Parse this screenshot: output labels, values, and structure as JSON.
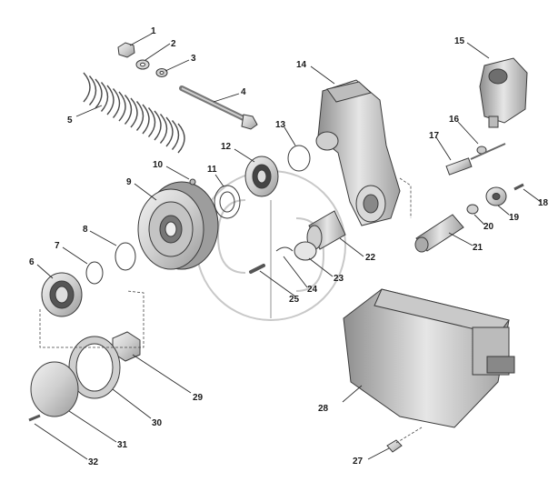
{
  "diagram": {
    "parts": [
      {
        "id": "part-1",
        "label": "1"
      },
      {
        "id": "part-2",
        "label": "2"
      },
      {
        "id": "part-3",
        "label": "3"
      },
      {
        "id": "part-4",
        "label": "4"
      },
      {
        "id": "part-5",
        "label": "5"
      },
      {
        "id": "part-6",
        "label": "6"
      },
      {
        "id": "part-7",
        "label": "7"
      },
      {
        "id": "part-8",
        "label": "8"
      },
      {
        "id": "part-9",
        "label": "9"
      },
      {
        "id": "part-10",
        "label": "10"
      },
      {
        "id": "part-11",
        "label": "11"
      },
      {
        "id": "part-12",
        "label": "12"
      },
      {
        "id": "part-13",
        "label": "13"
      },
      {
        "id": "part-14",
        "label": "14"
      },
      {
        "id": "part-15",
        "label": "15"
      },
      {
        "id": "part-16",
        "label": "16"
      },
      {
        "id": "part-17",
        "label": "17"
      },
      {
        "id": "part-18",
        "label": "18"
      },
      {
        "id": "part-19",
        "label": "19"
      },
      {
        "id": "part-20",
        "label": "20"
      },
      {
        "id": "part-21",
        "label": "21"
      },
      {
        "id": "part-22",
        "label": "22"
      },
      {
        "id": "part-23",
        "label": "23"
      },
      {
        "id": "part-24",
        "label": "24"
      },
      {
        "id": "part-25",
        "label": "25"
      },
      {
        "id": "part-27",
        "label": "27"
      },
      {
        "id": "part-28",
        "label": "28"
      },
      {
        "id": "part-29",
        "label": "29"
      },
      {
        "id": "part-30",
        "label": "30"
      },
      {
        "id": "part-31",
        "label": "31"
      },
      {
        "id": "part-32",
        "label": "32"
      }
    ]
  },
  "colors": {
    "ink": "#1a1a1a",
    "part_fill": "#d9d9d9",
    "part_shade": "#a8a8a8",
    "watermark": "#c8c8c8"
  }
}
